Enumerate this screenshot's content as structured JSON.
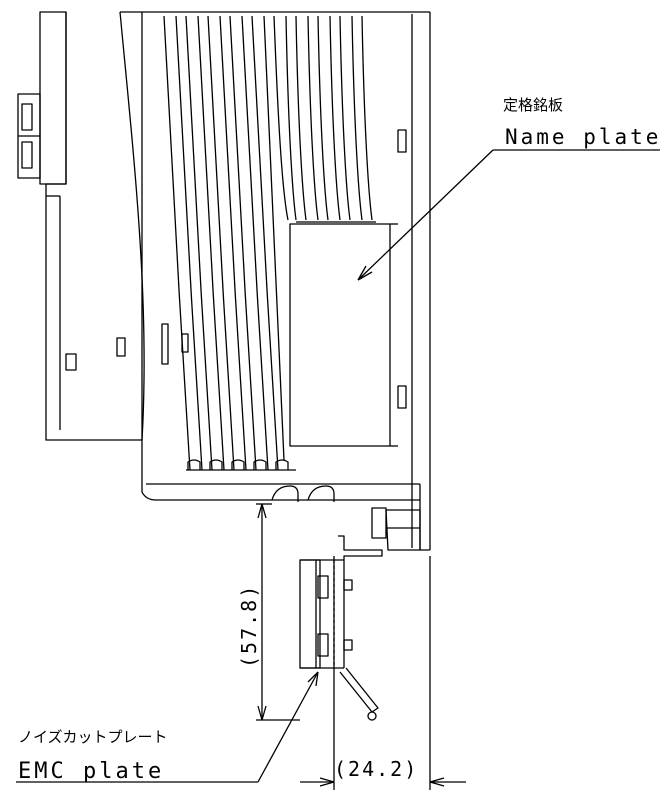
{
  "labels": {
    "nameplate_jp": "定格銘板",
    "nameplate_en": "Name plate",
    "emc_jp": "ノイズカットプレート",
    "emc_en": "EMC plate"
  },
  "dimensions": {
    "height_label": "(57.8)",
    "depth_label": "(24.2)"
  },
  "colors": {
    "line": "#000000",
    "background": "#ffffff"
  }
}
